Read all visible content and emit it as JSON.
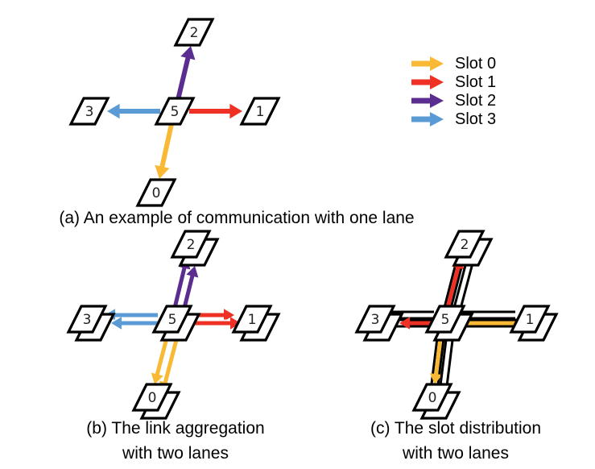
{
  "colors": {
    "slot0": "#F9B934",
    "slot1": "#EE3124",
    "slot2": "#5C2D91",
    "slot3": "#5B9BD5",
    "node_stroke": "#000000",
    "node_fill": "#FFFFFF"
  },
  "legend": {
    "items": [
      {
        "label": "Slot 0",
        "color_key": "slot0"
      },
      {
        "label": "Slot 1",
        "color_key": "slot1"
      },
      {
        "label": "Slot 2",
        "color_key": "slot2"
      },
      {
        "label": "Slot 3",
        "color_key": "slot3"
      }
    ]
  },
  "panels": {
    "a": {
      "caption": "(a) An example of communication with one lane",
      "lanes": 1,
      "center_node": "5",
      "neighbors": [
        {
          "id": "2",
          "direction": "up",
          "slot": "slot2"
        },
        {
          "id": "1",
          "direction": "right",
          "slot": "slot1"
        },
        {
          "id": "0",
          "direction": "down",
          "slot": "slot0"
        },
        {
          "id": "3",
          "direction": "left",
          "slot": "slot3"
        }
      ]
    },
    "b": {
      "caption_line1": "(b) The link aggregation",
      "caption_line2": "with two lanes",
      "lanes": 2,
      "center_node": "5",
      "neighbors": [
        {
          "id": "2",
          "direction": "up",
          "slots": [
            "slot2",
            "slot2"
          ]
        },
        {
          "id": "1",
          "direction": "right",
          "slots": [
            "slot1",
            "slot1"
          ]
        },
        {
          "id": "0",
          "direction": "down",
          "slots": [
            "slot0",
            "slot0"
          ]
        },
        {
          "id": "3",
          "direction": "left",
          "slots": [
            "slot3",
            "slot3"
          ]
        }
      ]
    },
    "c": {
      "caption_line1": "(c) The slot distribution",
      "caption_line2": "with two lanes",
      "lanes": 2,
      "center_node": "5",
      "neighbors": [
        {
          "id": "2",
          "direction": "up",
          "slots": [
            "slot1",
            null
          ]
        },
        {
          "id": "1",
          "direction": "right",
          "slots": [
            null,
            "slot0"
          ]
        },
        {
          "id": "0",
          "direction": "down",
          "slots": [
            "slot0",
            null
          ]
        },
        {
          "id": "3",
          "direction": "left",
          "slots": [
            null,
            "slot1"
          ]
        }
      ]
    }
  }
}
